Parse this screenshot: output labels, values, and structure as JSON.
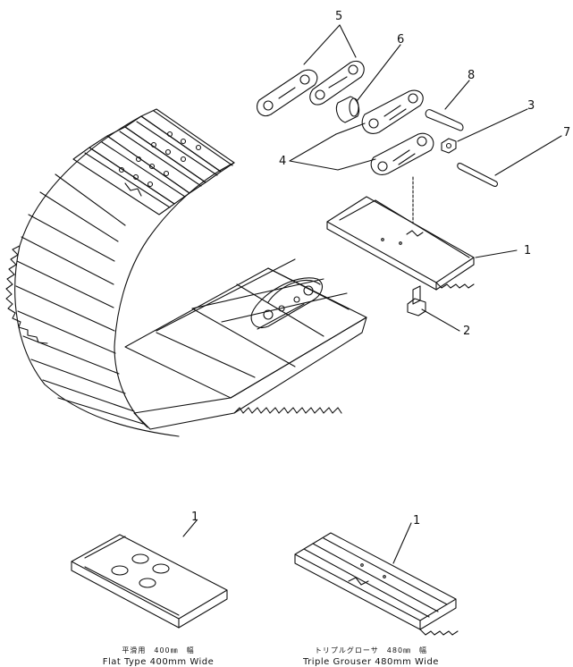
{
  "callouts": {
    "c1": "1",
    "c2": "2",
    "c3": "3",
    "c4": "4",
    "c5": "5",
    "c6": "6",
    "c7": "7",
    "c8": "8",
    "c1_flat": "1",
    "c1_triple": "1"
  },
  "captions": {
    "flat_jp": "平滑用　400㎜　幅",
    "flat_en": "Flat Type 400mm Wide",
    "triple_jp": "トリプルグローサ　480㎜　幅",
    "triple_en": "Triple Grouser 480mm Wide"
  },
  "colors": {
    "line": "#111111",
    "background": "#ffffff"
  }
}
